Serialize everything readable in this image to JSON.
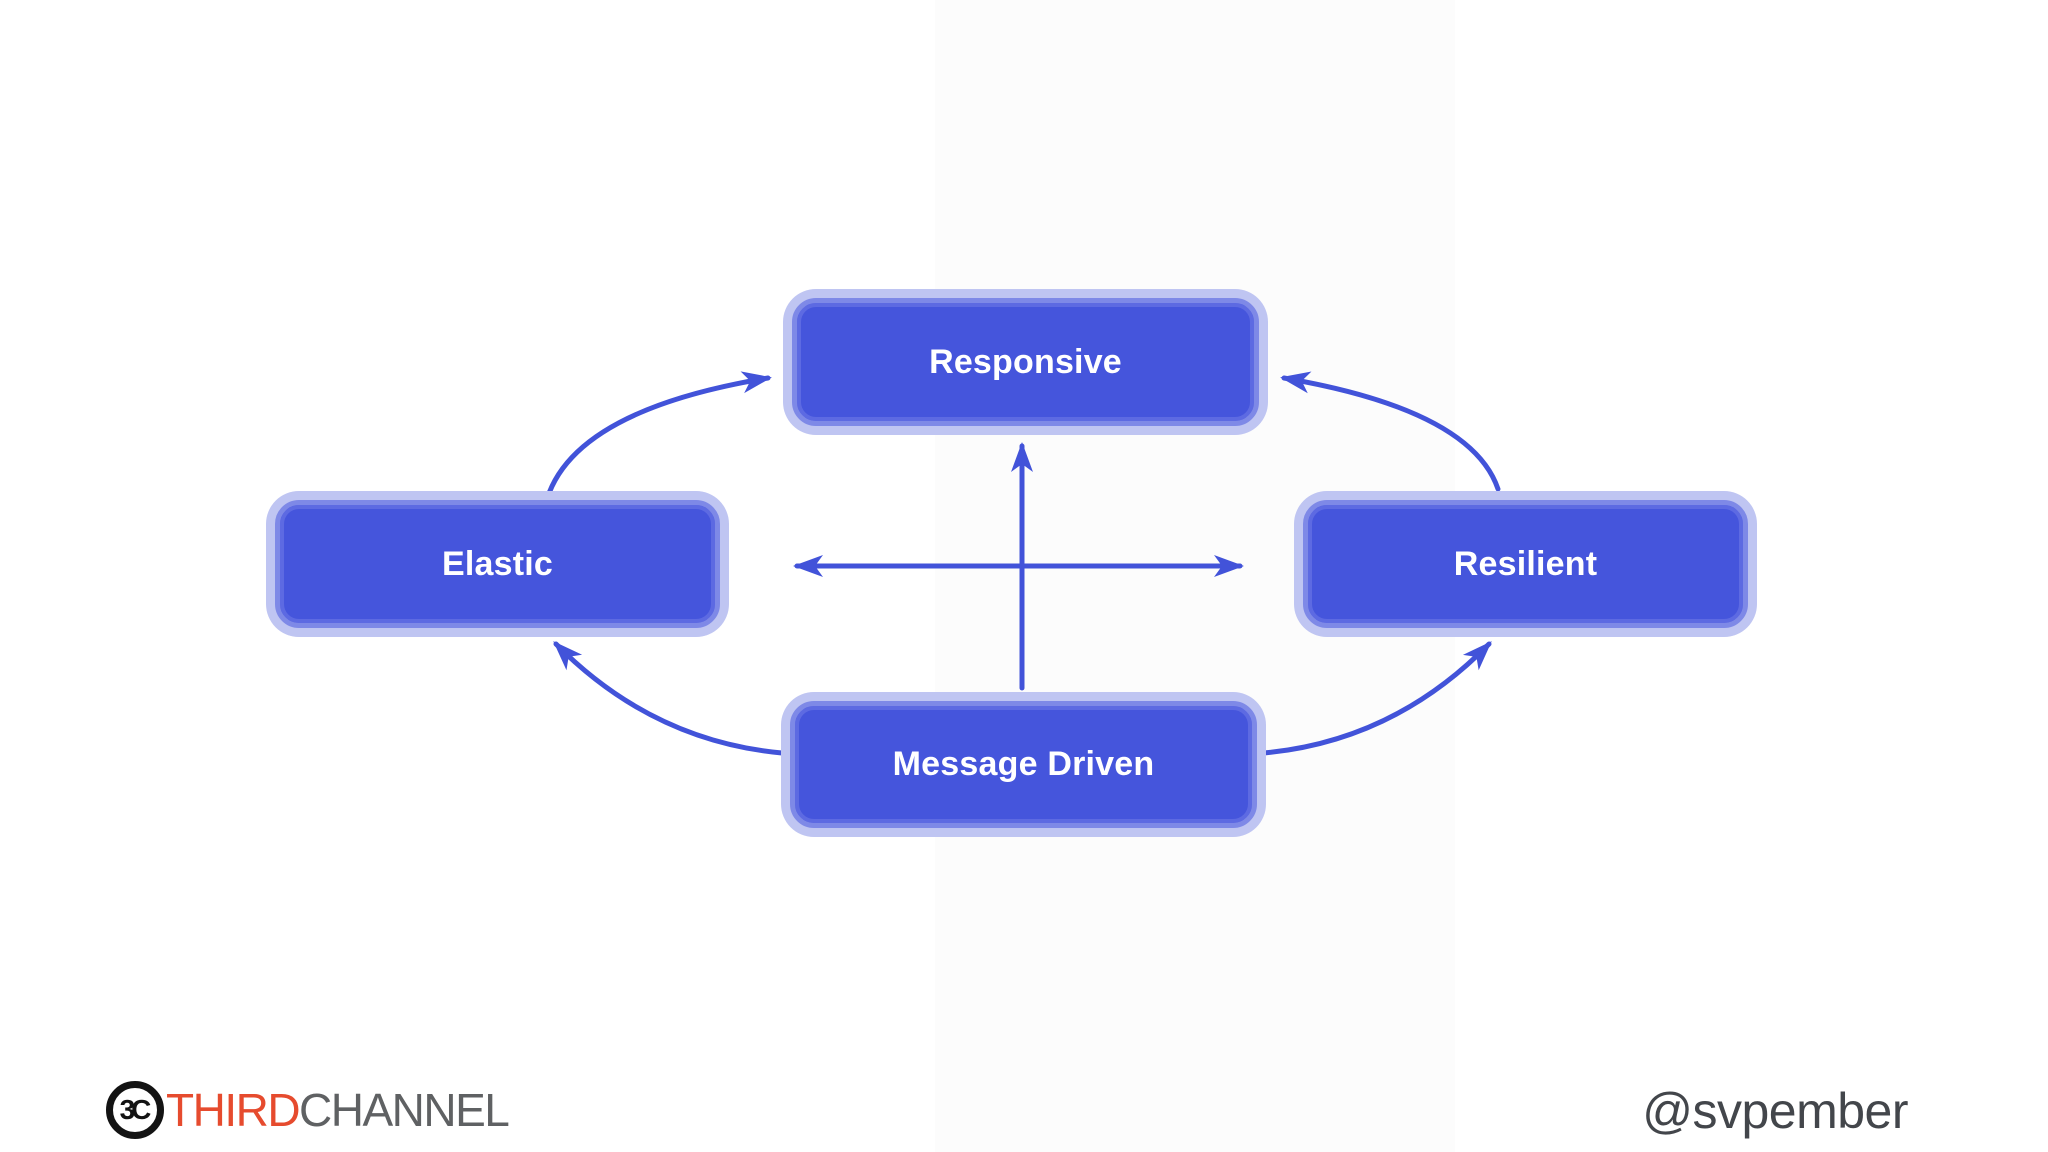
{
  "nodes": {
    "responsive": {
      "label": "Responsive"
    },
    "elastic": {
      "label": "Elastic"
    },
    "resilient": {
      "label": "Resilient"
    },
    "message_driven": {
      "label": "Message Driven"
    }
  },
  "edges": [
    {
      "from": "elastic",
      "to": "responsive",
      "style": "curved",
      "arrowheads": 1
    },
    {
      "from": "resilient",
      "to": "responsive",
      "style": "curved",
      "arrowheads": 1
    },
    {
      "from": "message_driven",
      "to": "elastic",
      "style": "curved",
      "arrowheads": 1
    },
    {
      "from": "message_driven",
      "to": "resilient",
      "style": "curved",
      "arrowheads": 1
    },
    {
      "from": "message_driven",
      "to": "responsive",
      "style": "straight",
      "arrowheads": 1
    },
    {
      "from": "elastic",
      "to": "resilient",
      "style": "straight-double",
      "arrowheads": 2
    }
  ],
  "footer": {
    "logo_mark": "3C",
    "brand_primary": "THIRD",
    "brand_secondary": "CHANNEL",
    "handle": "@svpember"
  },
  "colors": {
    "node_fill": "#4555dc",
    "node_border": "#7e89e7",
    "node_inner": "#5d6ae2",
    "node_glow": "#bfc5f2",
    "node_text": "#ffffff",
    "arrow": "#4253d9",
    "brand_red": "#e64b2e",
    "brand_gray": "#5f6163",
    "handle_gray": "#43464b",
    "logo_black": "#131313",
    "background": "#ffffff"
  }
}
